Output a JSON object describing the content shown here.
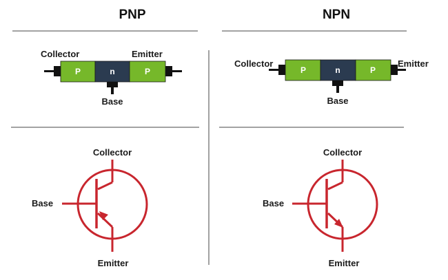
{
  "pnp": {
    "title": "PNP",
    "block": {
      "left_label": "Collector",
      "right_label": "Emitter",
      "base_label": "Base",
      "segments": [
        "P",
        "n",
        "P"
      ]
    },
    "symbol": {
      "collector_label": "Collector",
      "base_label": "Base",
      "emitter_label": "Emitter"
    }
  },
  "npn": {
    "title": "NPN",
    "block": {
      "left_label": "Collector",
      "right_label": "Emitter",
      "base_label": "Base",
      "segments": [
        "P",
        "n",
        "P"
      ]
    },
    "symbol": {
      "collector_label": "Collector",
      "base_label": "Base",
      "emitter_label": "Emitter"
    }
  },
  "colors": {
    "p_region": "#76b82a",
    "n_region": "#2b3b50",
    "lead": "#111111",
    "symbol": "#c8262e",
    "divider": "#444444"
  }
}
